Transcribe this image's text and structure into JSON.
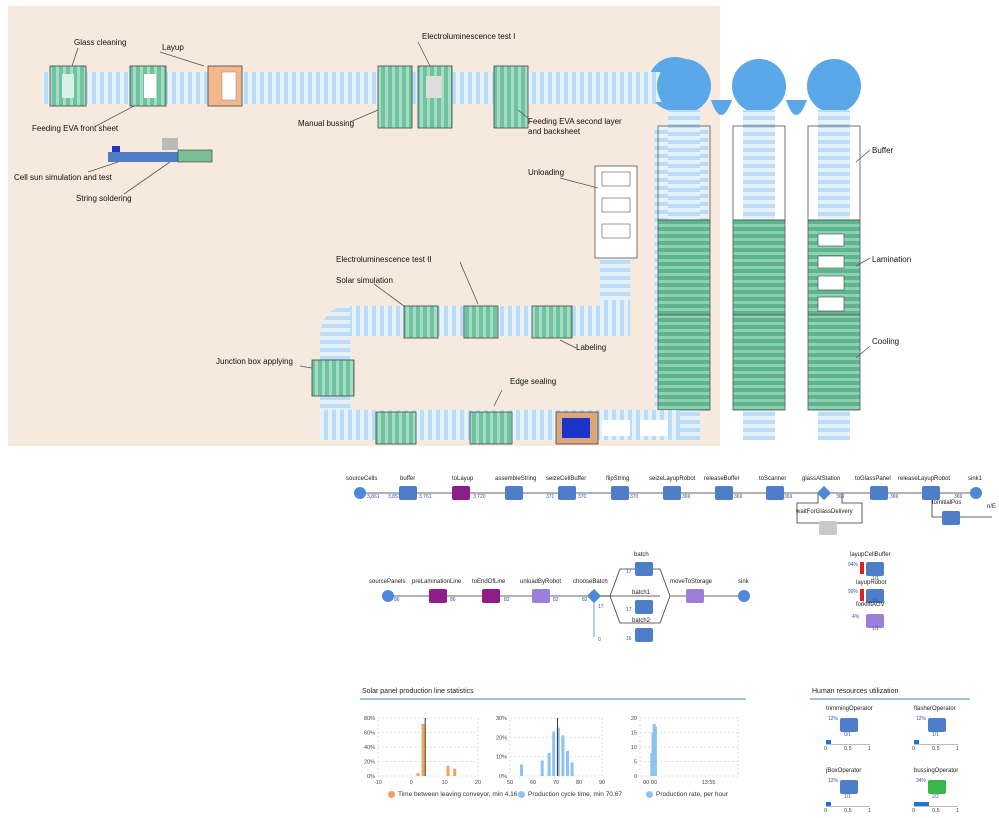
{
  "factory_labels": {
    "glass_cleaning": "Glass cleaning",
    "layup": "Layup",
    "el_test_1": "Electroluminescence test I",
    "feeding_eva_front": "Feeding EVA front sheet",
    "manual_bussing": "Manual bussing",
    "feeding_eva_second": "Feeding EVA second layer",
    "feeding_eva_second_2": "and backsheet",
    "cell_sun": "Cell sun simulation and test",
    "string_soldering": "String soldering",
    "unloading": "Unloading",
    "buffer": "Buffer",
    "lamination": "Lamination",
    "cooling": "Cooling",
    "el_test_2": "Electroluminescence test II",
    "solar_simulation": "Solar simulation",
    "labeling": "Labeling",
    "junction_box": "Junction box applying",
    "edge_sealing": "Edge sealing"
  },
  "flow1": {
    "nodes": [
      "sourceCells",
      "buffer",
      "toLayup",
      "assembleString",
      "seizeCellBuffer",
      "flipString",
      "seizeLayupRobot",
      "releaseBuffer",
      "toScanner",
      "glassAtStation",
      "toGlassPanel",
      "releaseLayupRobot",
      "sink1"
    ],
    "counts": [
      "3,861",
      "3,857",
      "3,761",
      "3,720",
      "371",
      "370",
      "370",
      "369",
      "369",
      "369",
      "369",
      "369",
      "369"
    ],
    "wait_node": "waitForGlassDelivery",
    "to_init_pos": "toInitialPos",
    "partial": "n/E"
  },
  "flow2": {
    "nodes": [
      "sourcePanels",
      "preLaminationLine",
      "toEndOfLine",
      "unloadByRobot",
      "chooseBatch",
      "moveToStorage",
      "sink"
    ],
    "batches": [
      "batch",
      "batch1",
      "batch2"
    ],
    "counts": [
      "86",
      "86",
      "82",
      "82",
      "82",
      "17",
      "17",
      "17",
      "16",
      "0"
    ]
  },
  "resources": {
    "layup_cell_buffer": {
      "label": "layupCellBuffer",
      "pct": "94%",
      "frac": "1/1"
    },
    "layup_robot": {
      "label": "layupRobot",
      "pct": "99%",
      "frac": "0/1"
    },
    "forklift": {
      "label": "forkliftAGV",
      "pct": "4%",
      "frac": "1/1"
    }
  },
  "stats": {
    "title": "Solar panel production line statistics",
    "legend1": "Time between leaving conveyor, min",
    "legend1_val": "4.16",
    "legend2": "Production cycle time, min",
    "legend2_val": "70.67",
    "legend3": "Production rate, per hour"
  },
  "hr": {
    "title": "Human resources utilization",
    "operators": [
      {
        "name": "trimmingOperator",
        "pct": "12%",
        "frac": "0/1",
        "util": 0.12
      },
      {
        "name": "flasherOperator",
        "pct": "12%",
        "frac": "1/1",
        "util": 0.12
      },
      {
        "name": "jBoxOperator",
        "pct": "12%",
        "frac": "1/1",
        "util": 0.12
      },
      {
        "name": "bussingOperator",
        "pct": "34%",
        "frac": "2/2",
        "util": 0.34
      }
    ],
    "ticks": [
      "0",
      "0.5",
      "1"
    ]
  },
  "chart_data": [
    {
      "type": "bar",
      "title": "",
      "x_ticks": [
        "-10",
        "0",
        "10",
        "20"
      ],
      "y_ticks": [
        "0%",
        "20%",
        "40%",
        "60%",
        "80%"
      ],
      "xlim": [
        -10,
        20
      ],
      "ylim": [
        0,
        80
      ],
      "bins": [
        {
          "x": 2,
          "y": 4
        },
        {
          "x": 3.5,
          "y": 72
        },
        {
          "x": 11,
          "y": 14
        },
        {
          "x": 13,
          "y": 10
        }
      ],
      "marker_x": 4.16,
      "color": "#f0a35c"
    },
    {
      "type": "bar",
      "title": "",
      "x_ticks": [
        "50",
        "60",
        "70",
        "80",
        "90"
      ],
      "y_ticks": [
        "0%",
        "10%",
        "20%",
        "30%"
      ],
      "xlim": [
        50,
        90
      ],
      "ylim": [
        0,
        30
      ],
      "bins": [
        {
          "x": 55,
          "y": 6
        },
        {
          "x": 64,
          "y": 8
        },
        {
          "x": 67,
          "y": 12
        },
        {
          "x": 69,
          "y": 23
        },
        {
          "x": 71,
          "y": 25
        },
        {
          "x": 73,
          "y": 21
        },
        {
          "x": 75,
          "y": 13
        },
        {
          "x": 77,
          "y": 7
        }
      ],
      "marker_x": 70.67,
      "color": "#8cc3ef"
    },
    {
      "type": "area",
      "title": "",
      "x_ticks": [
        "00:00",
        "13:55"
      ],
      "y_ticks": [
        "0",
        "5",
        "10",
        "15",
        "20"
      ],
      "ylim": [
        0,
        20
      ],
      "bins": [
        {
          "x": 0.03,
          "y": 8
        },
        {
          "x": 0.05,
          "y": 15
        },
        {
          "x": 0.07,
          "y": 18
        },
        {
          "x": 0.09,
          "y": 17
        }
      ],
      "color": "#8cc3ef"
    }
  ]
}
